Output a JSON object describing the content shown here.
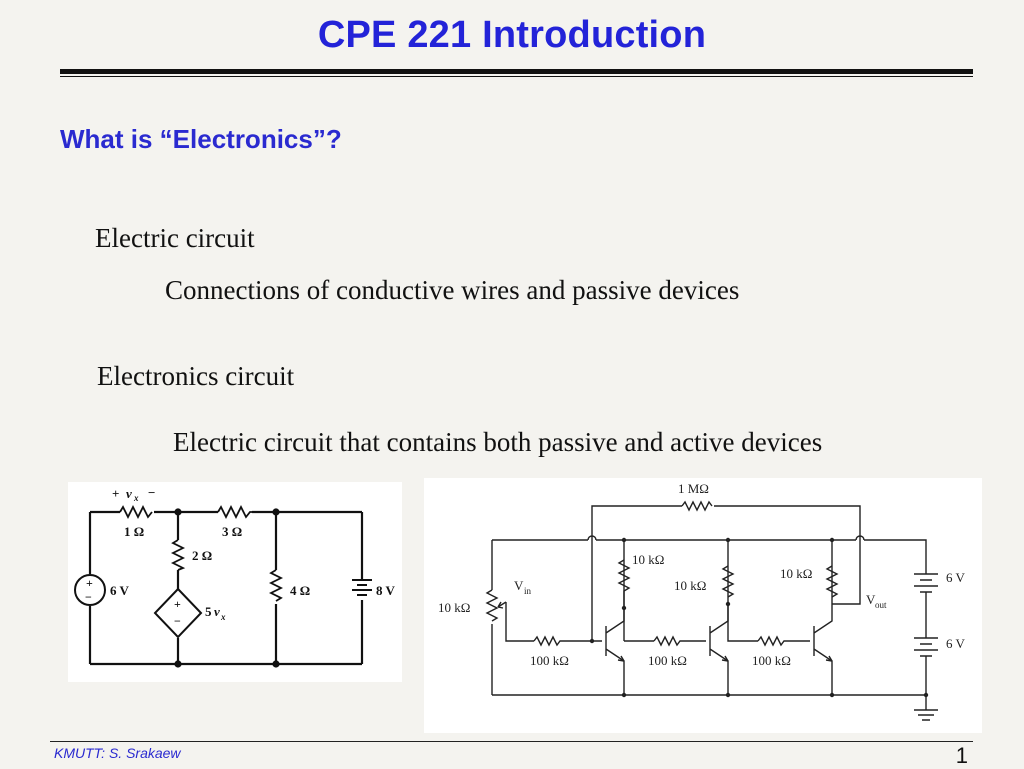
{
  "slide": {
    "title": "CPE 221 Introduction",
    "subtitle": "What is “Electronics”?",
    "points": [
      "Electric circuit",
      "Connections of conductive wires and passive devices",
      "Electronics circuit",
      "Electric circuit that contains both passive and active devices"
    ]
  },
  "figure_left": {
    "vx_plus": "+",
    "vx_var": "v",
    "vx_sub": "x",
    "vx_minus": "−",
    "r1": "1 Ω",
    "r2": "3 Ω",
    "r3": "2 Ω",
    "r4": "4 Ω",
    "src1": "6 V",
    "src2": "8 V",
    "dep_gain": "5",
    "dep_var": "v",
    "dep_sub": "x",
    "plus": "+",
    "minus": "−"
  },
  "figure_right": {
    "r_feedback": "1 MΩ",
    "r_pot": "10 kΩ",
    "vin": "V",
    "vin_sub": "in",
    "vout": "V",
    "vout_sub": "out",
    "rc1": "10 kΩ",
    "rc2": "10 kΩ",
    "rc3": "10 kΩ",
    "rb1": "100 kΩ",
    "rb2": "100 kΩ",
    "rb3": "100 kΩ",
    "bat1": "6 V",
    "bat2": "6 V"
  },
  "footer": {
    "author": "KMUTT:  S. Srakaew",
    "page": "1"
  }
}
